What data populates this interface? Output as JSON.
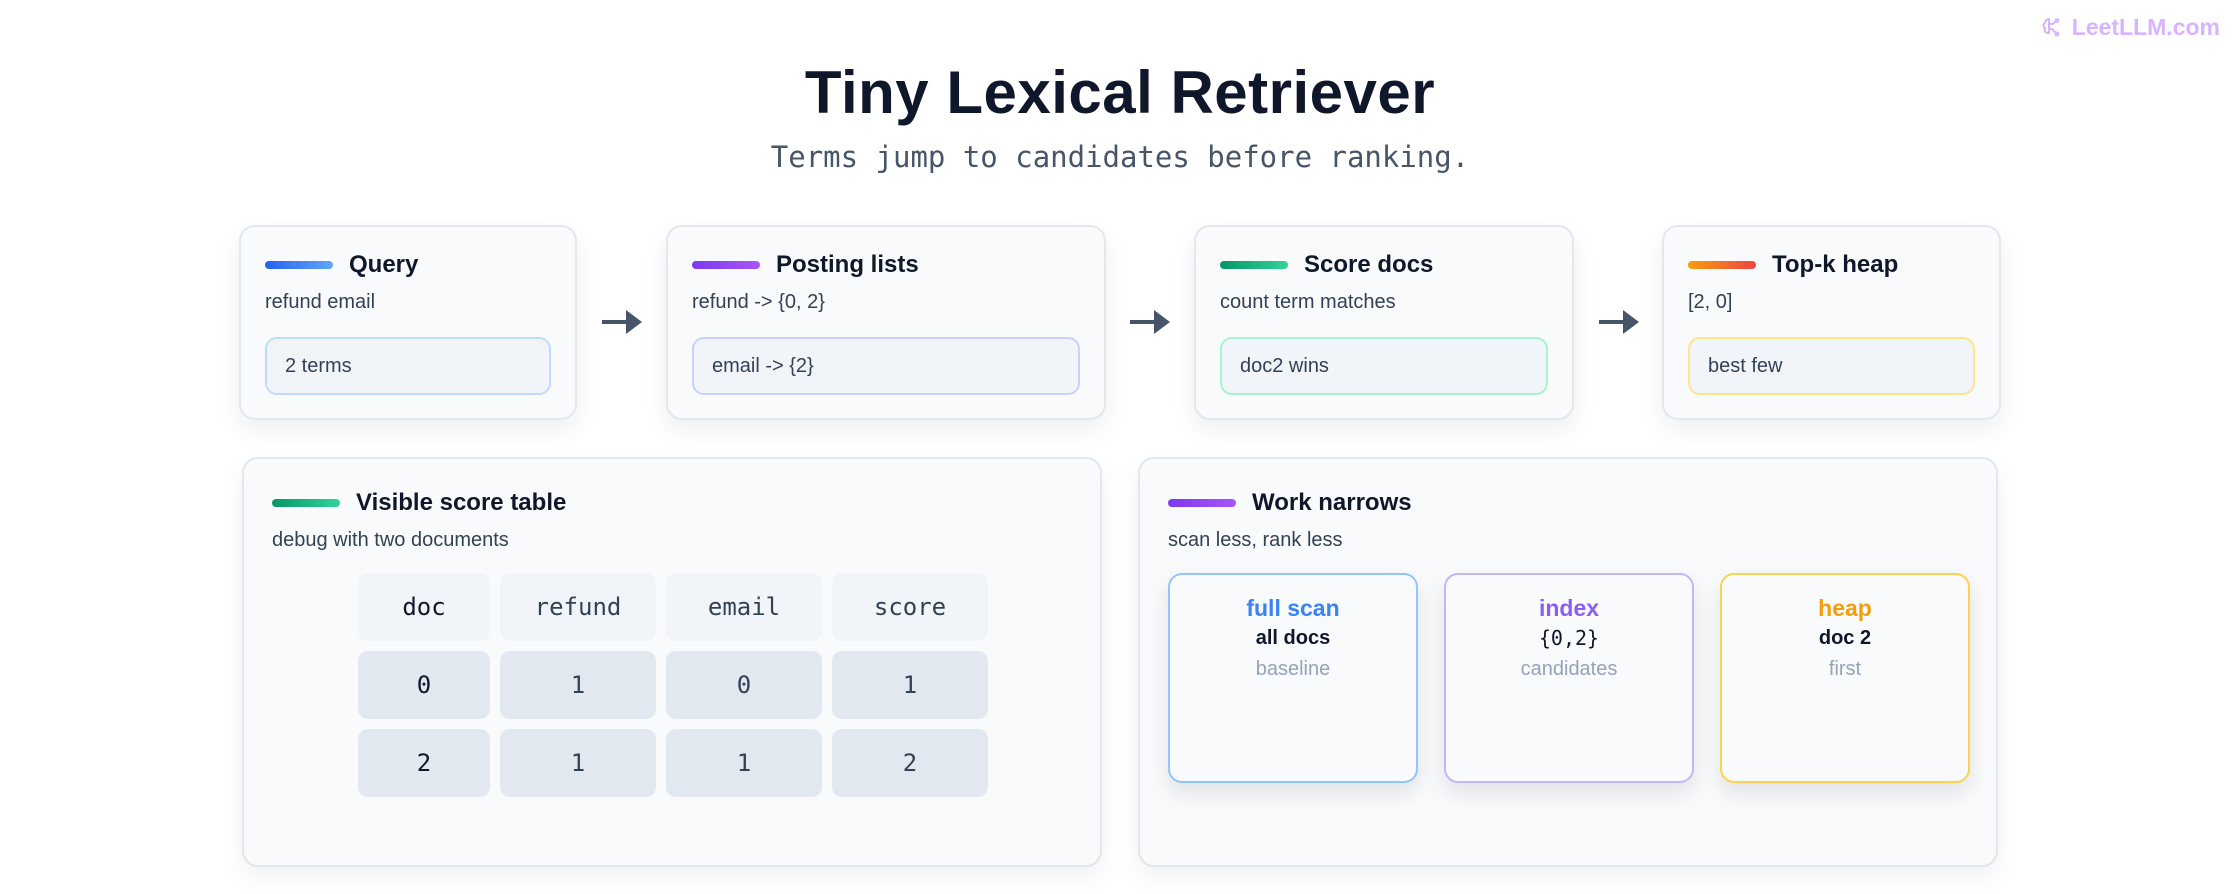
{
  "brand": {
    "name": "LeetLLM.com",
    "icon": "brain-icon",
    "color": "#d8b4fe"
  },
  "header": {
    "title": "Tiny Lexical Retriever",
    "subtitle": "Terms jump to candidates before ranking."
  },
  "pipeline": [
    {
      "title": "Query",
      "subtitle": "refund email",
      "pill": "2 terms",
      "accent": "#3b82f6",
      "pill_border": "#bfdbfe"
    },
    {
      "title": "Posting lists",
      "subtitle": "refund -> {0, 2}",
      "pill": "email -> {2}",
      "accent": "#8b5cf6",
      "pill_border": "#c7d2fe"
    },
    {
      "title": "Score docs",
      "subtitle": "count term matches",
      "pill": "doc2 wins",
      "accent": "#10b981",
      "pill_border": "#a7f3d0"
    },
    {
      "title": "Top-k heap",
      "subtitle": "[2, 0]",
      "pill": "best few",
      "accent": "#f97316",
      "pill_border": "#fde68a"
    }
  ],
  "score_table": {
    "title": "Visible score table",
    "subtitle": "debug with two documents",
    "accent": "#10b981",
    "columns": [
      "doc",
      "refund",
      "email",
      "score"
    ],
    "rows": [
      [
        "0",
        "1",
        "0",
        "1"
      ],
      [
        "2",
        "1",
        "1",
        "2"
      ]
    ]
  },
  "work": {
    "title": "Work narrows",
    "subtitle": "scan less, rank less",
    "accent": "#8b5cf6",
    "boxes": [
      {
        "title": "full scan",
        "main": "all docs",
        "foot": "baseline",
        "color": "#3b82f6",
        "border": "#93c5fd"
      },
      {
        "title": "index",
        "main": "{0,2}",
        "foot": "candidates",
        "color": "#8b5cf6",
        "border": "#c4b5fd"
      },
      {
        "title": "heap",
        "main": "doc 2",
        "foot": "first",
        "color": "#f59e0b",
        "border": "#fcd34d"
      }
    ]
  }
}
